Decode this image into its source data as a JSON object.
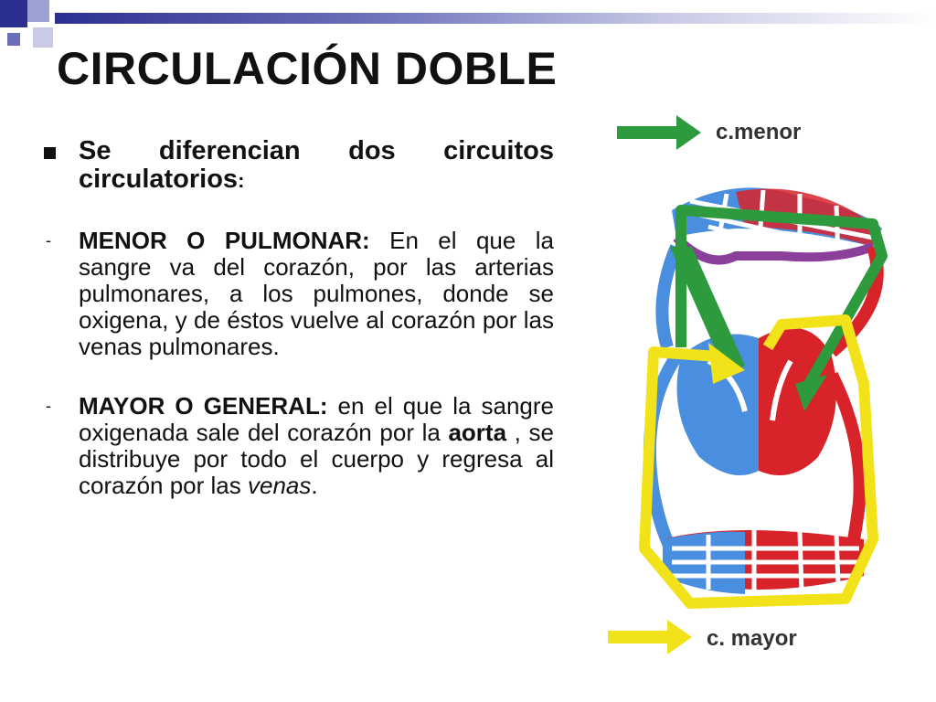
{
  "slide": {
    "title": "CIRCULACIÓN DOBLE",
    "intro": {
      "bold_text": "Se  diferencian dos circuitos circulatorios",
      "punct": ":"
    },
    "items": [
      {
        "marker": "-",
        "parts": [
          {
            "text": "MENOR O PULMONAR:",
            "style": "bold"
          },
          {
            "text": " En el que la sangre va del corazón, por las arterias pulmonares, a los pulmones, donde se oxigena, y de éstos vuelve al corazón por las venas pulmonares.",
            "style": "normal"
          }
        ]
      },
      {
        "marker": "-",
        "parts": [
          {
            "text": "MAYOR O GENERAL:",
            "style": "bold"
          },
          {
            "text": " en el que la sangre oxigenada sale del corazón por la ",
            "style": "normal"
          },
          {
            "text": "aorta",
            "style": "bold"
          },
          {
            "text": " , se distribuye por todo el cuerpo y regresa al corazón por las ",
            "style": "normal"
          },
          {
            "text": "venas",
            "style": "italic"
          },
          {
            "text": ".",
            "style": "normal"
          }
        ]
      }
    ]
  },
  "figure": {
    "label_minor": "c.menor",
    "label_major": "c. mayor",
    "colors": {
      "minor_arrow": "#2e9a3e",
      "major_arrow": "#f2e21a",
      "oxygenated": "#d8232a",
      "deoxygenated": "#4a8ee0",
      "vessel_mix": "#8a3f9a"
    }
  }
}
